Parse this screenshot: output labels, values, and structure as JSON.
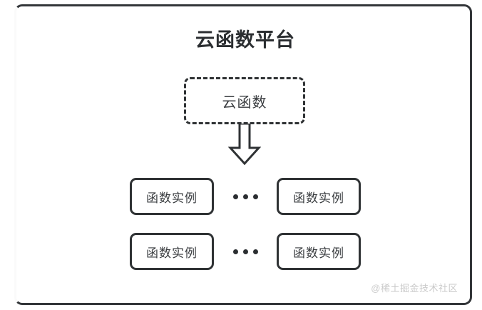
{
  "diagram": {
    "title": "云函数平台",
    "frame": {
      "border_color": "#333639",
      "background": "#ffffff"
    },
    "cloud_function_node": {
      "label": "云函数",
      "border_style": "dashed",
      "border_color": "#2f3234"
    },
    "arrow": {
      "direction": "down",
      "icon": "block-arrow-down-icon",
      "color": "#2f3234"
    },
    "instance_rows": [
      {
        "left_box": {
          "label": "函数实例"
        },
        "ellipsis": "•••",
        "right_box": {
          "label": "函数实例"
        }
      },
      {
        "left_box": {
          "label": "函数实例"
        },
        "ellipsis": "•••",
        "right_box": {
          "label": "函数实例"
        }
      }
    ],
    "watermark": "@稀土掘金技术社区"
  }
}
